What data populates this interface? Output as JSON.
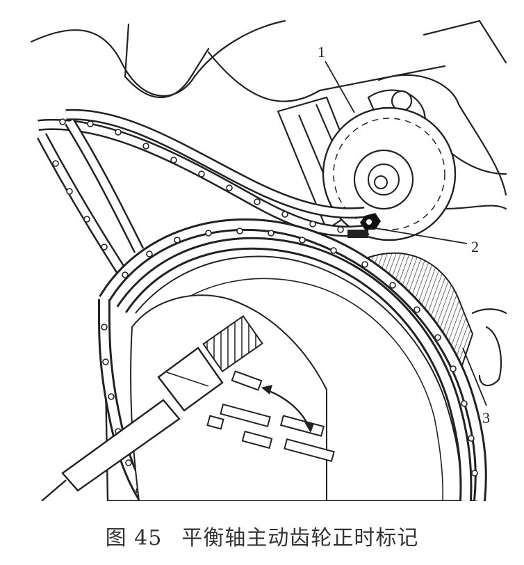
{
  "figure": {
    "callouts": [
      {
        "id": "1",
        "label": "1"
      },
      {
        "id": "2",
        "label": "2"
      },
      {
        "id": "3",
        "label": "3"
      }
    ]
  },
  "caption": {
    "number": "图 45",
    "title": "平衡轴主动齿轮正时标记"
  }
}
